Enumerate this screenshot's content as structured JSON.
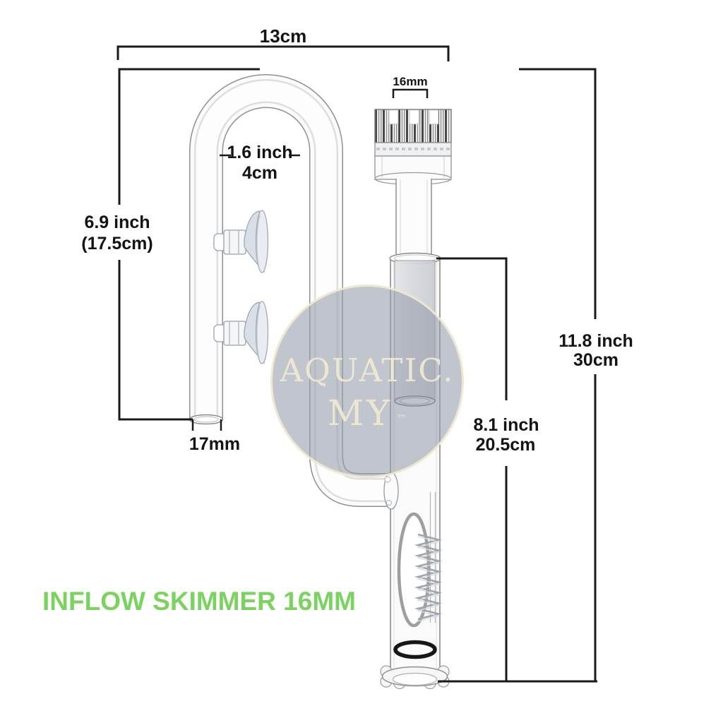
{
  "title": {
    "text": "INFLOW SKIMMER 16MM"
  },
  "watermark": {
    "brand_top": "AQUATIC.",
    "brand_bottom": "MY",
    "trademark": "™"
  },
  "dimensions": {
    "top_width": "13cm",
    "inner_gap_inch": "1.6 inch",
    "inner_gap_metric": "4cm",
    "cap_diameter": "16mm",
    "left_height_inch": "6.9 inch",
    "left_height_metric": "(17.5cm)",
    "pipe_diameter": "17mm",
    "skimmer_height_inch": "8.1 inch",
    "skimmer_height_metric": "20.5cm",
    "total_height_inch": "11.8 inch",
    "total_height_metric": "30cm"
  },
  "colors": {
    "title_green": "#7bd35f",
    "watermark_text": "#f1ead2",
    "watermark_circle": "#9aa2b0",
    "dimension_line": "#1a1a1a"
  }
}
